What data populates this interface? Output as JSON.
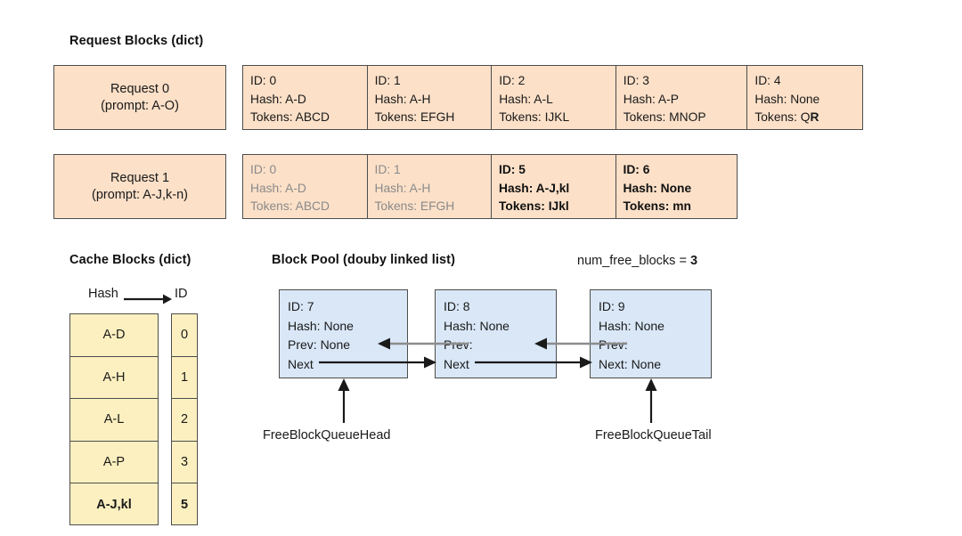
{
  "sections": {
    "request_blocks_title": "Request Blocks (dict)",
    "cache_blocks_title": "Cache Blocks (dict)",
    "block_pool_title": "Block Pool (douby linked list)",
    "num_free_blocks_label": "num_free_blocks = ",
    "num_free_blocks_value": "3"
  },
  "requests": [
    {
      "name": "Request 0",
      "prompt": "(prompt: A-O)",
      "blocks": [
        {
          "id": "ID: 0",
          "hash": "Hash: A-D",
          "tokens": "Tokens: ABCD",
          "style": "normal"
        },
        {
          "id": "ID: 1",
          "hash": "Hash: A-H",
          "tokens": "Tokens: EFGH",
          "style": "normal"
        },
        {
          "id": "ID: 2",
          "hash": "Hash: A-L",
          "tokens": "Tokens: IJKL",
          "style": "normal"
        },
        {
          "id": "ID: 3",
          "hash": "Hash: A-P",
          "tokens": "Tokens: MNOP",
          "style": "normal"
        },
        {
          "id": "ID: 4",
          "hash": "Hash: None",
          "tokens": "Tokens: QR",
          "style": "normal",
          "tokens_tail_bold": "R",
          "tokens_head": "Tokens: Q"
        }
      ]
    },
    {
      "name": "Request 1",
      "prompt": "(prompt: A-J,k-n)",
      "blocks": [
        {
          "id": "ID: 0",
          "hash": "Hash: A-D",
          "tokens": "Tokens: ABCD",
          "style": "dim"
        },
        {
          "id": "ID: 1",
          "hash": "Hash: A-H",
          "tokens": "Tokens: EFGH",
          "style": "dim"
        },
        {
          "id": "ID: 5",
          "hash": "Hash: A-J,kl",
          "tokens": "Tokens: IJkl",
          "style": "bold"
        },
        {
          "id": "ID: 6",
          "hash": "Hash: None",
          "tokens": "Tokens: mn",
          "style": "bold"
        }
      ]
    }
  ],
  "cache_table": {
    "hash_header": "Hash",
    "id_header": "ID",
    "rows": [
      {
        "hash": "A-D",
        "id": "0",
        "bold": false
      },
      {
        "hash": "A-H",
        "id": "1",
        "bold": false
      },
      {
        "hash": "A-L",
        "id": "2",
        "bold": false
      },
      {
        "hash": "A-P",
        "id": "3",
        "bold": false
      },
      {
        "hash": "A-J,kl",
        "id": "5",
        "bold": true
      }
    ]
  },
  "block_pool": {
    "nodes": [
      {
        "id": "ID: 7",
        "hash": "Hash: None",
        "prev": "Prev: None",
        "next": "Next"
      },
      {
        "id": "ID: 8",
        "hash": "Hash: None",
        "prev": "Prev:",
        "next": "Next"
      },
      {
        "id": "ID: 9",
        "hash": "Hash: None",
        "prev": "Prev:",
        "next": "Next: None"
      }
    ],
    "head_label": "FreeBlockQueueHead",
    "tail_label": "FreeBlockQueueTail"
  },
  "colors": {
    "orange_fill": "#fce0c8",
    "yellow_fill": "#fdf0c0",
    "blue_fill": "#d9e7f7",
    "stroke": "#4d4d4d",
    "dim_text": "#8a8a8a",
    "arrow_gray": "#7f7f7f",
    "arrow_black": "#1a1a1a"
  }
}
